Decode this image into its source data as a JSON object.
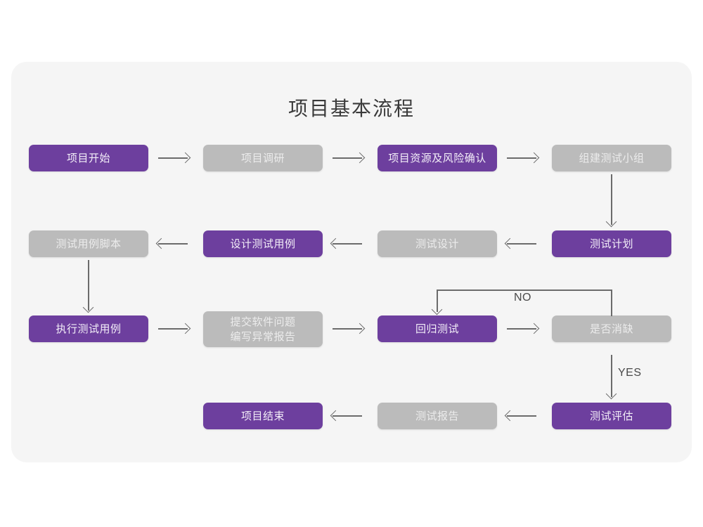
{
  "card": {
    "background": "#f5f5f5"
  },
  "title": "项目基本流程",
  "palette": {
    "purple": "#6d3f9e",
    "gray": "#bbbbbb",
    "line": "#6b6b6b",
    "page_bg": "#ffffff"
  },
  "nodes": {
    "n1": {
      "label": "项目开始",
      "style": "purple"
    },
    "n2": {
      "label": "项目调研",
      "style": "gray"
    },
    "n3": {
      "label": "项目资源及风险确认",
      "style": "purple"
    },
    "n4": {
      "label": "组建测试小组",
      "style": "gray"
    },
    "n5": {
      "label": "测试计划",
      "style": "purple"
    },
    "n6": {
      "label": "测试设计",
      "style": "gray"
    },
    "n7": {
      "label": "设计测试用例",
      "style": "purple"
    },
    "n8": {
      "label": "测试用例脚本",
      "style": "gray"
    },
    "n9": {
      "label": "执行测试用例",
      "style": "purple"
    },
    "n10": {
      "label_line1": "提交软件问题",
      "label_line2": "编写异常报告",
      "style": "gray"
    },
    "n11": {
      "label": "回归测试",
      "style": "purple"
    },
    "n12": {
      "label": "是否消缺",
      "style": "gray"
    },
    "n13": {
      "label": "测试评估",
      "style": "purple"
    },
    "n14": {
      "label": "测试报告",
      "style": "gray"
    },
    "n15": {
      "label": "项目结束",
      "style": "purple"
    }
  },
  "edge_labels": {
    "no": "NO",
    "yes": "YES"
  }
}
